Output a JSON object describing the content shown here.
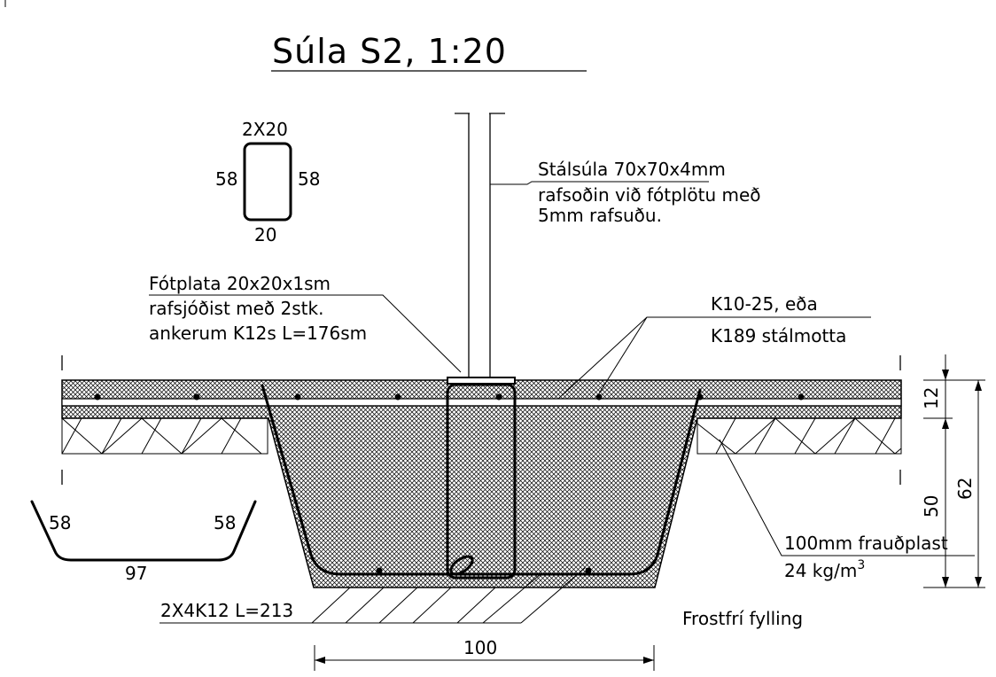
{
  "title": "Súla S2, 1:20",
  "stirrup_detail": {
    "top": "2X20",
    "left": "58",
    "right": "58",
    "bottom": "20"
  },
  "bent_bar_detail": {
    "left": "58",
    "right": "58",
    "bottom": "97"
  },
  "column_note": [
    "Stálsúla 70x70x4mm",
    "rafsoðin við fótplötu með",
    "5mm rafsuðu."
  ],
  "base_plate_note": [
    "Fótplata 20x20x1sm",
    "rafsjóðist með 2stk.",
    "ankerum K12s L=176sm"
  ],
  "mesh_note": [
    "K10-25, eða",
    "K189 stálmotta"
  ],
  "insulation_note": [
    "100mm frauðplast",
    "24 kg/m",
    "3"
  ],
  "rebar_note": "2X4K12 L=213",
  "fill_note": "Frostfrí fylling",
  "dimensions": {
    "width": "100",
    "slab": "12",
    "insulation": "50",
    "total": "62"
  },
  "colors": {
    "ink": "#000000",
    "background": "#ffffff"
  }
}
